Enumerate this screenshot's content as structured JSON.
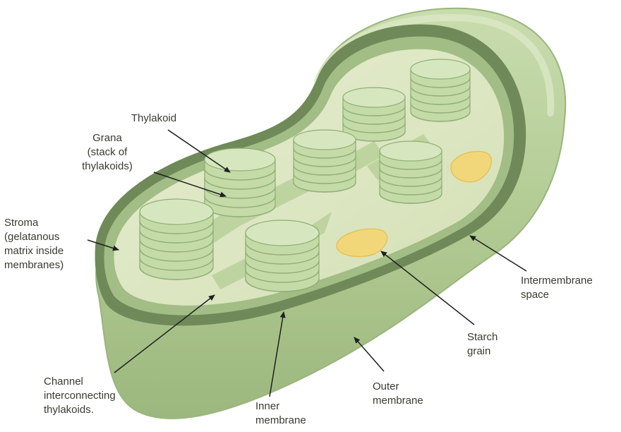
{
  "labels": {
    "thylakoid": "Thylakoid",
    "grana": "Grana\n(stack of\nthylakoids)",
    "stroma": "Stroma\n(gelatanous\nmatrix inside\nmembranes)",
    "intermembrane_space": "Intermembrane\nspace",
    "starch_grain": "Starch\ngrain",
    "channel": "Channel\ninterconnecting\nthylakoids.",
    "inner_membrane": "Inner\nmembrane",
    "outer_membrane": "Outer\nmembrane"
  },
  "colors": {
    "outer_body": "#a9c48c",
    "outer_rim": "#c8dcaa",
    "dark_band": "#6f8a58",
    "inner_band": "#9fba82",
    "stroma": "#dbe5c0",
    "granum": "#c4dba8",
    "granum_line": "#8fae74",
    "starch": "#f2d77a",
    "arrow": "#1f1f1f"
  }
}
